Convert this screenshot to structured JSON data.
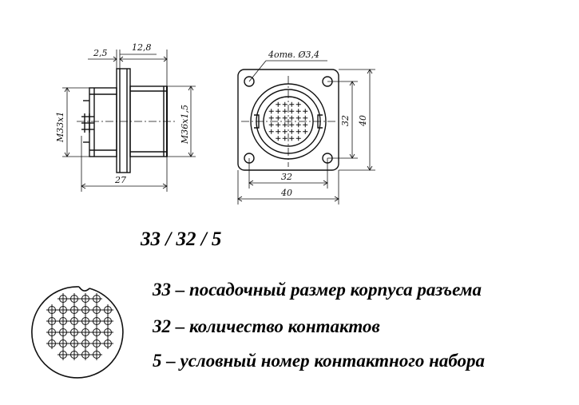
{
  "drawing": {
    "side_view": {
      "dim_flange": "2,5",
      "dim_body": "12,8",
      "dim_length": "27",
      "thread_rear": "М33х1",
      "thread_front": "М36х1,5"
    },
    "front_view": {
      "holes_note": "4отв. Ø3,4",
      "dim_hole_spacing_v": "32",
      "dim_flange_v": "40",
      "dim_hole_spacing_h": "32",
      "dim_flange_h": "40"
    }
  },
  "designation": {
    "code": "33 / 32 / 5",
    "legend": [
      "33 – посадочный размер корпуса разъема",
      "32 – количество контактов",
      "5 – условный номер контактного набора"
    ]
  }
}
